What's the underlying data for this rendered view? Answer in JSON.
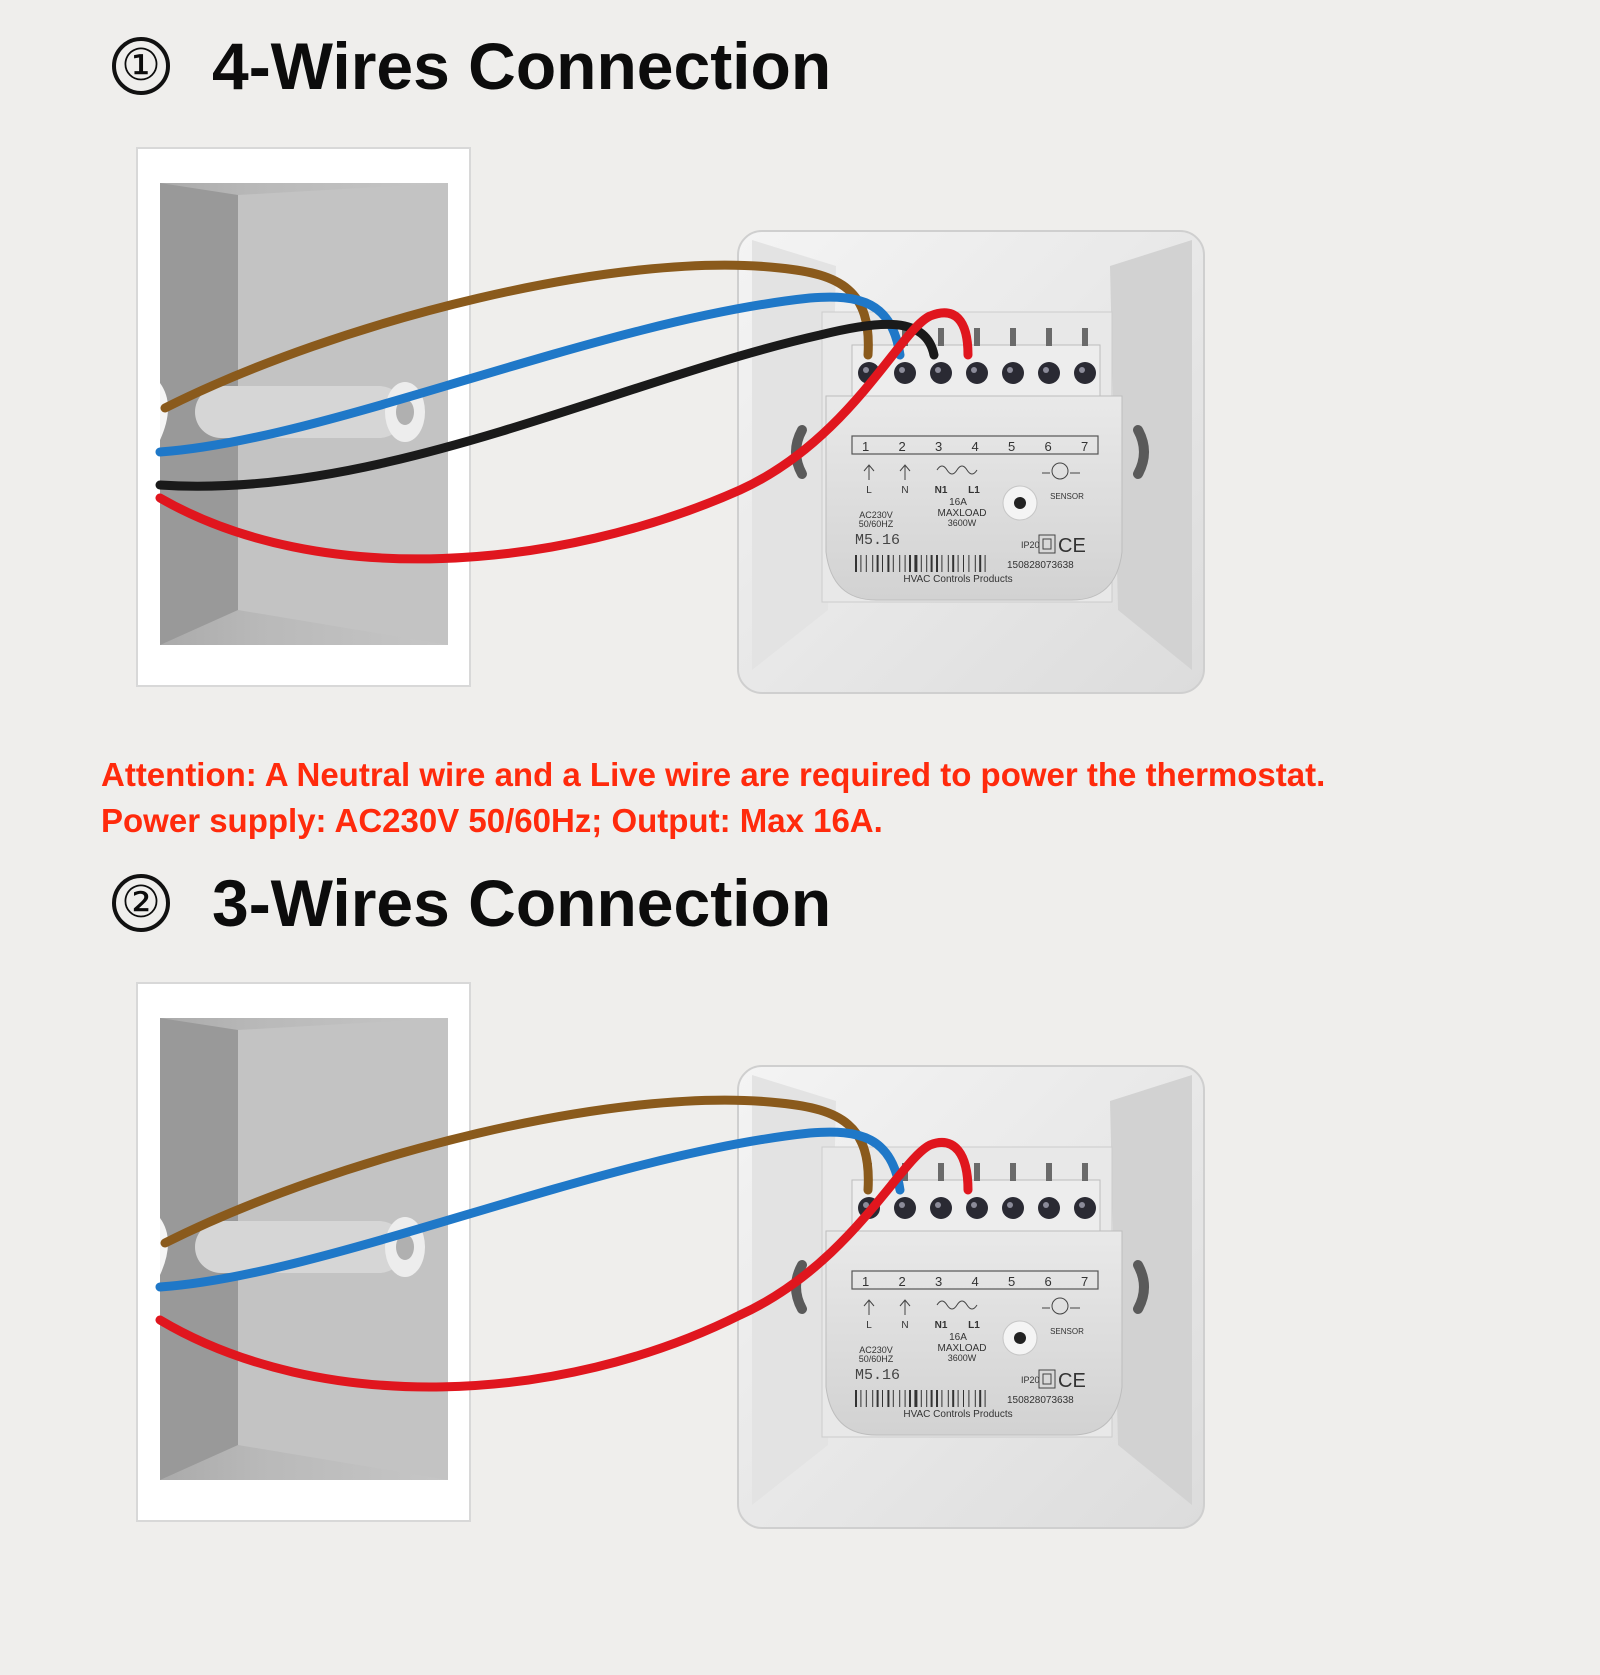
{
  "sections": [
    {
      "number": "①",
      "title": "4-Wires Connection",
      "wires": [
        "brown",
        "blue",
        "black",
        "red"
      ]
    },
    {
      "number": "②",
      "title": "3-Wires Connection",
      "wires": [
        "brown",
        "blue",
        "red"
      ]
    }
  ],
  "attention": {
    "line1": "Attention: A Neutral wire and a Live wire are required to power the thermostat.",
    "line2": "Power supply: AC230V 50/60Hz; Output: Max 16A."
  },
  "thermostat_label": {
    "terminals": [
      "1",
      "2",
      "3",
      "4",
      "5",
      "6",
      "7"
    ],
    "l": "L",
    "n": "N",
    "n1": "N1",
    "l1": "L1",
    "current": "16A",
    "maxload": "MAXLOAD",
    "watts": "3600W",
    "sensor": "SENSOR",
    "ac": "AC230V",
    "hz": "50/60HZ",
    "model": "M5.16",
    "ip": "IP20",
    "ce": "CE",
    "serial": "150828073638",
    "maker": "HVAC Controls Products"
  },
  "colors": {
    "brown": "#8a5a1c",
    "blue": "#1f78c8",
    "black": "#1a1a1a",
    "red": "#e0161e",
    "attention_text": "#ff2a0c"
  }
}
